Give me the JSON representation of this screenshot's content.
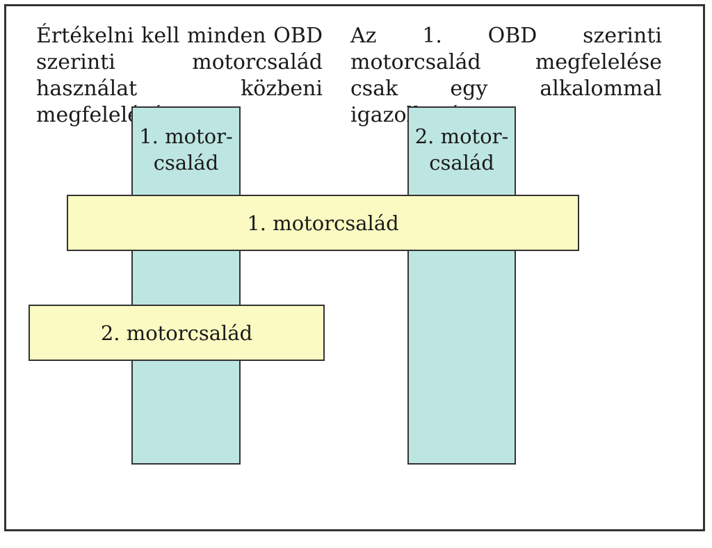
{
  "captions": {
    "left": "Értékelni kell minden OBD szerinti motorcsalád használat közbeni megfelelését",
    "right": "Az 1. OBD szerinti motorcsalád megfelelése csak egy alkalommal igazolható"
  },
  "vertical_bars": [
    {
      "label": "1. motor-\ncsalád"
    },
    {
      "label": "2. motor-\ncsalád"
    }
  ],
  "horizontal_bars": [
    {
      "label": "1. motorcsalád"
    },
    {
      "label": "2. motorcsalád"
    }
  ],
  "colors": {
    "vertical_fill": "#bde6e2",
    "horizontal_fill": "#fafac2",
    "outline": "#333333"
  }
}
